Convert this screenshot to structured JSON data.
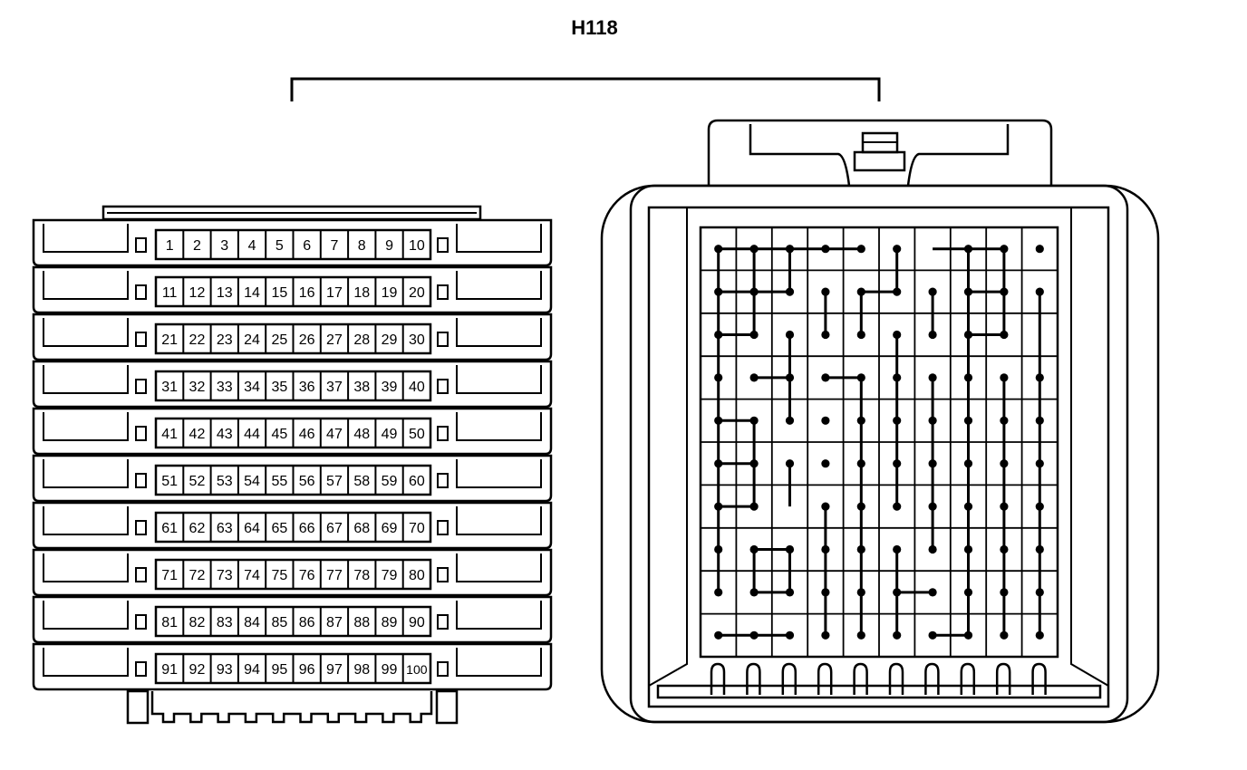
{
  "title": "H118",
  "pin_rows": [
    [
      "1",
      "2",
      "3",
      "4",
      "5",
      "6",
      "7",
      "8",
      "9",
      "10"
    ],
    [
      "11",
      "12",
      "13",
      "14",
      "15",
      "16",
      "17",
      "18",
      "19",
      "20"
    ],
    [
      "21",
      "22",
      "23",
      "24",
      "25",
      "26",
      "27",
      "28",
      "29",
      "30"
    ],
    [
      "31",
      "32",
      "33",
      "34",
      "35",
      "36",
      "37",
      "38",
      "39",
      "40"
    ],
    [
      "41",
      "42",
      "43",
      "44",
      "45",
      "46",
      "47",
      "48",
      "49",
      "50"
    ],
    [
      "51",
      "52",
      "53",
      "54",
      "55",
      "56",
      "57",
      "58",
      "59",
      "60"
    ],
    [
      "61",
      "62",
      "63",
      "64",
      "65",
      "66",
      "67",
      "68",
      "69",
      "70"
    ],
    [
      "71",
      "72",
      "73",
      "74",
      "75",
      "76",
      "77",
      "78",
      "79",
      "80"
    ],
    [
      "81",
      "82",
      "83",
      "84",
      "85",
      "86",
      "87",
      "88",
      "89",
      "90"
    ],
    [
      "91",
      "92",
      "93",
      "94",
      "95",
      "96",
      "97",
      "98",
      "99",
      "100"
    ]
  ]
}
